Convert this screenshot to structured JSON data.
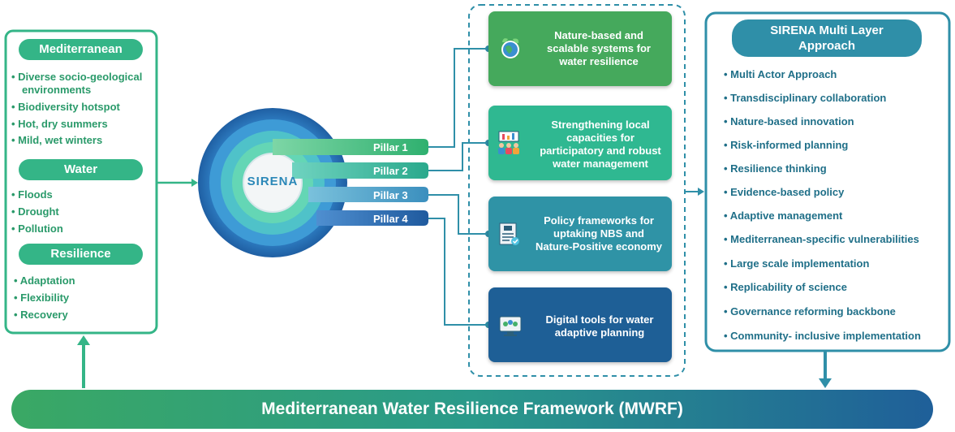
{
  "left_panel": {
    "mediterranean": {
      "title": "Mediterranean",
      "items": [
        "Diverse socio-geological",
        "environments",
        "Biodiversity hotspot",
        "Hot, dry summers",
        "Mild, wet winters"
      ]
    },
    "water": {
      "title": "Water",
      "items": [
        "Floods",
        "Drought",
        "Pollution"
      ]
    },
    "resilience": {
      "title": "Resilience",
      "items": [
        "Adaptation",
        "Flexibility",
        "Recovery"
      ]
    }
  },
  "center": {
    "logo": "SIRENA",
    "pillars": [
      "Pillar 1",
      "Pillar 2",
      "Pillar 3",
      "Pillar 4"
    ]
  },
  "cards": [
    {
      "lines": [
        "Nature-based and",
        "scalable systems for",
        "water resilience"
      ],
      "color": "#45a95c",
      "icon": "globe-leaf-icon"
    },
    {
      "lines": [
        "Strengthening local",
        "capacities for",
        "participatory and robust",
        "water management"
      ],
      "color": "#2fb891",
      "icon": "people-meeting-icon"
    },
    {
      "lines": [
        "Policy frameworks for",
        "uptaking NBS and",
        "Nature-Positive economy"
      ],
      "color": "#2f93a6",
      "icon": "policy-document-icon"
    },
    {
      "lines": [
        "Digital tools for water",
        "adaptive planning"
      ],
      "color": "#1e5f96",
      "icon": "digital-screen-icon"
    }
  ],
  "right_panel": {
    "title_lines": [
      "SIRENA Multi Layer",
      "Approach"
    ],
    "items": [
      "Multi Actor Approach",
      "Transdisciplinary collaboration",
      "Nature-based innovation",
      "Risk-informed planning",
      "Resilience thinking",
      "Evidence-based policy",
      "Adaptive management",
      "Mediterranean-specific vulnerabilities",
      "Large scale implementation",
      "Replicability of science",
      "Governance reforming backbone",
      "Community- inclusive implementation"
    ]
  },
  "bottom_bar": {
    "title": "Mediterranean Water Resilience Framework (MWRF)"
  },
  "colors": {
    "green": "#34b587",
    "teal": "#2a9a6a",
    "blue": "#1e5f96",
    "connector": "#2f8fa8"
  }
}
